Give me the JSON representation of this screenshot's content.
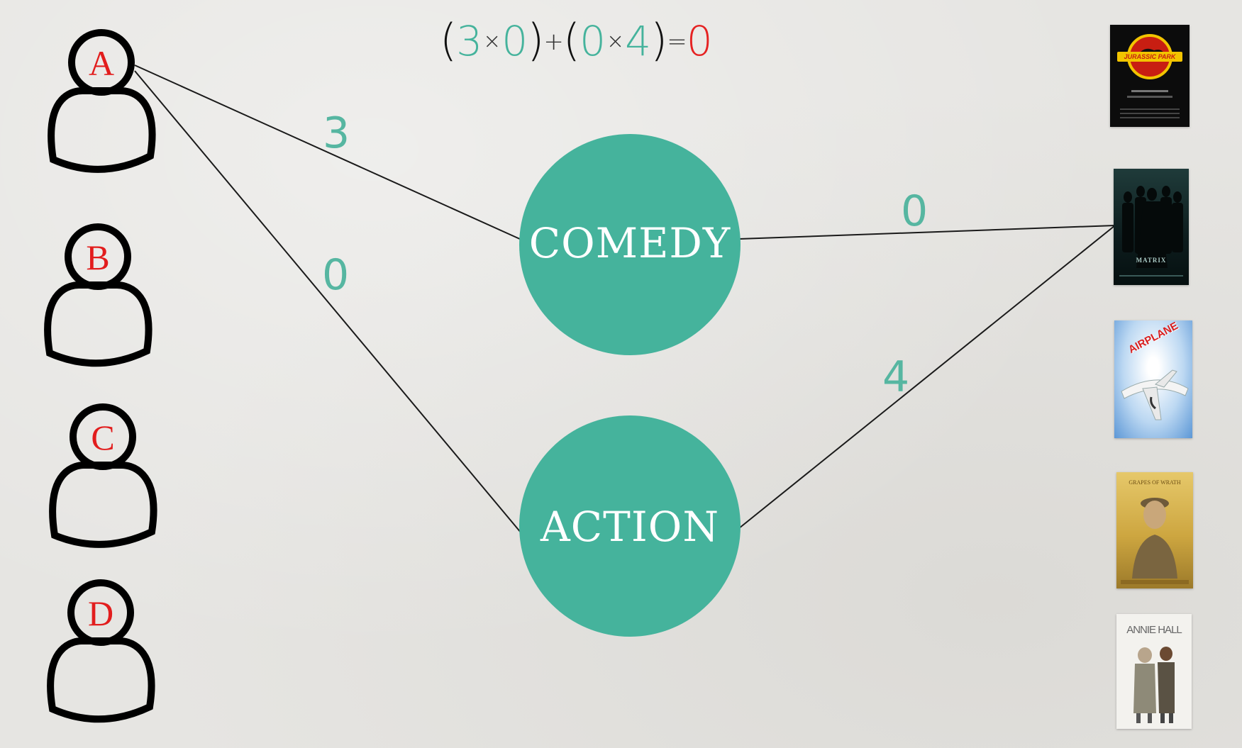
{
  "equation": {
    "open1": "(",
    "a1": "3",
    "times1": "×",
    "b1": "0",
    "close1": ")",
    "plus": "+",
    "open2": "(",
    "a2": "0",
    "times2": "×",
    "b2": "4",
    "close2": ")",
    "equals": "=",
    "result": "0"
  },
  "users": [
    {
      "letter": "A"
    },
    {
      "letter": "B"
    },
    {
      "letter": "C"
    },
    {
      "letter": "D"
    }
  ],
  "genres": {
    "comedy": "COMEDY",
    "action": "ACTION"
  },
  "weights": {
    "user_a_comedy": "3",
    "user_a_action": "0",
    "movie_comedy": "0",
    "movie_action": "4"
  },
  "posters": {
    "jurassic_park": "JURASSIC PARK",
    "matrix": "MATRIX",
    "airplane": "AIRPLANE",
    "grapes_of_wrath": "GRAPES OF WRATH",
    "annie_hall": "ANNIE HALL"
  },
  "colors": {
    "teal": "#45b39c",
    "weight_text": "#56b6a1",
    "red": "#e21d1d",
    "outline": "#000000"
  }
}
